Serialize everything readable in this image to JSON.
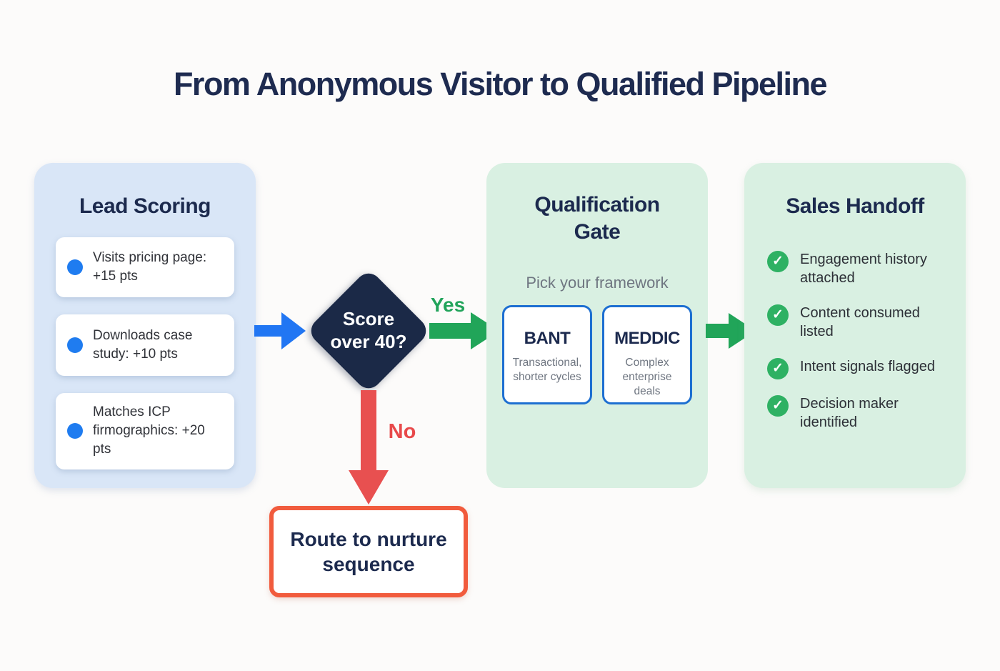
{
  "title": "From Anonymous Visitor to Qualified Pipeline",
  "colors": {
    "title_navy": "#1e2b50",
    "panel_blue_bg": "#d9e6f7",
    "panel_green_bg": "#d9f0e2",
    "card_bg": "#ffffff",
    "bullet_blue": "#1f7cf0",
    "arrow_blue": "#2176f3",
    "arrow_green": "#21a559",
    "arrow_red": "#e85050",
    "diamond_navy": "#1b2947",
    "yes_green": "#22a45b",
    "no_red": "#e8494a",
    "nurture_border_orange": "#f15b3d",
    "framework_border_blue": "#1d6fd1",
    "check_green": "#2eb163",
    "muted_gray": "#6f7681"
  },
  "lead_scoring": {
    "title": "Lead Scoring",
    "items": [
      {
        "text": "Visits pricing page: +15 pts"
      },
      {
        "text": "Downloads case study: +10 pts"
      },
      {
        "text": "Matches ICP firmographics: +20 pts"
      }
    ]
  },
  "decision": {
    "question": "Score over 40?",
    "yes_label": "Yes",
    "no_label": "No"
  },
  "nurture": {
    "label": "Route to nurture sequence"
  },
  "qualification": {
    "title": "Qualification Gate",
    "subtitle": "Pick your framework",
    "frameworks": [
      {
        "name": "BANT",
        "description": "Transactional, shorter cycles"
      },
      {
        "name": "MEDDIC",
        "description": "Complex enterprise deals"
      }
    ]
  },
  "sales_handoff": {
    "title": "Sales Handoff",
    "check_glyph": "✓",
    "items": [
      {
        "text": "Engagement history attached"
      },
      {
        "text": "Content consumed listed"
      },
      {
        "text": "Intent signals flagged"
      },
      {
        "text": "Decision maker identified"
      }
    ]
  }
}
